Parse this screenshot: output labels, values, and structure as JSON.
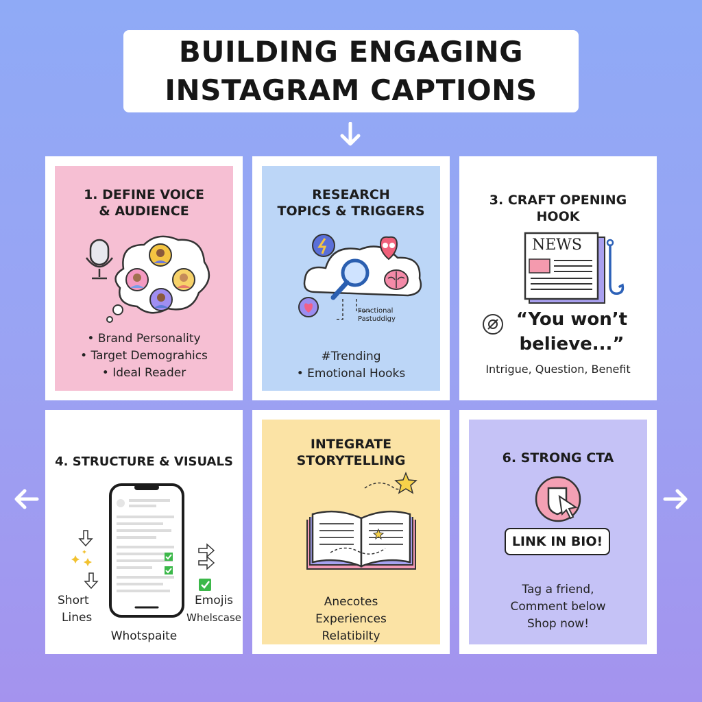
{
  "title": {
    "line1": "BUILDING ENGAGING",
    "line2": "INSTAGRAM CAPTIONS"
  },
  "cards": {
    "c1": {
      "title1": "1. DEFINE VOICE",
      "title2": "& AUDIENCE",
      "bullets": [
        "• Brand Personality",
        "• Target Demograhics",
        "• Ideal Reader"
      ],
      "bg": "#f6bfd3"
    },
    "c2": {
      "title1": "RESEARCH",
      "title2": "TOPICS & TRIGGERS",
      "tag1": "Fonctional",
      "tag2": "Pastuddigy",
      "line1": "#Trending",
      "line2": "• Emotional Hooks",
      "bg": "#bcd6f7"
    },
    "c3": {
      "title1": "3. CRAFT OPENING",
      "title2": "HOOK",
      "newspaper": "NEWS",
      "quote1": "“You won’t",
      "quote2": "believe...”",
      "subtitle": "Intrigue, Question, Benefit",
      "bg": "#ffffff"
    },
    "c4": {
      "title": "4. STRUCTURE & VISUALS",
      "left1": "Short",
      "left2": "Lines",
      "right1": "Emojis",
      "right2": "Whelscase",
      "bottom": "Whotspaite",
      "bg": "#ffffff"
    },
    "c5": {
      "title1": "INTEGRATE",
      "title2": "STORYTELLING",
      "lines": [
        "Anecotes",
        "Experiences",
        "Relatibilty"
      ],
      "bg": "#fbe3a5"
    },
    "c6": {
      "title": "6. STRONG CTA",
      "button": "LINK IN BIO!",
      "lines": [
        "Tag a friend,",
        "Comment below",
        "Shop now!"
      ],
      "bg": "#c5c2f6"
    }
  },
  "icons": {
    "arrow_down": "arrow-down-icon",
    "arrow_left": "arrow-left-icon",
    "arrow_right": "arrow-right-icon"
  }
}
